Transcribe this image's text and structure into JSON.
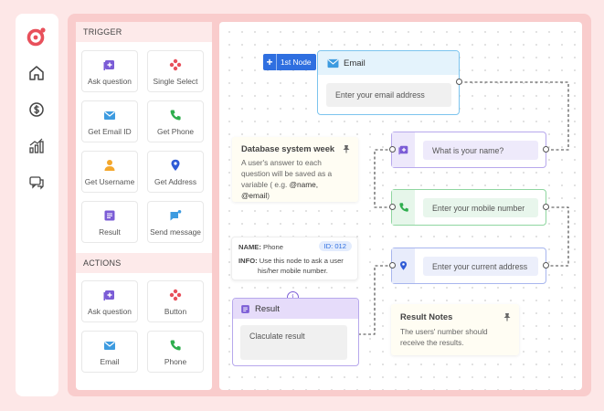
{
  "sidebar": {
    "items": [
      {
        "icon": "logo-icon"
      },
      {
        "icon": "home-icon"
      },
      {
        "icon": "billing-icon"
      },
      {
        "icon": "analytics-icon"
      },
      {
        "icon": "chat-icon"
      }
    ]
  },
  "palette": {
    "trigger_title": "TRIGGER",
    "trigger_items": [
      "Ask question",
      "Single Select",
      "Get Email ID",
      "Get Phone",
      "Get Username",
      "Get Address",
      "Result",
      "Send message"
    ],
    "actions_title": "ACTIONS",
    "action_items": [
      "Ask question",
      "Button",
      "Email",
      "Phone"
    ]
  },
  "canvas": {
    "first_node_tag": "1st Node",
    "email_node": {
      "title": "Email",
      "placeholder": "Enter your email address"
    },
    "name_node": {
      "placeholder": "What is your name?"
    },
    "mobile_node": {
      "placeholder": "Enter your mobile number"
    },
    "address_node": {
      "placeholder": "Enter your current address"
    },
    "db_note": {
      "title": "Database system week",
      "body_lines": [
        "A user's answer to each",
        "question will be saved as a",
        "variable ( e.g. "
      ],
      "var1": "@name,",
      "var2": "@email",
      "tail": ")"
    },
    "info_card": {
      "name_label": "NAME:",
      "name_value": "Phone",
      "id_badge": "ID: 012",
      "info_label": "INFO:",
      "info_line1": "Use this node to ask a user",
      "info_line2": "his/her mobile number."
    },
    "result_node": {
      "title": "Result",
      "field_text": "Claculate result"
    },
    "result_notes": {
      "title": "Result Notes",
      "line1": "The users' number should",
      "line2": "receive the results."
    }
  },
  "colors": {
    "accent": "#e8505b",
    "purple": "#7b5cd6",
    "green": "#2fae4e",
    "blue": "#2f5bd6",
    "email_blue": "#3d9be0"
  }
}
